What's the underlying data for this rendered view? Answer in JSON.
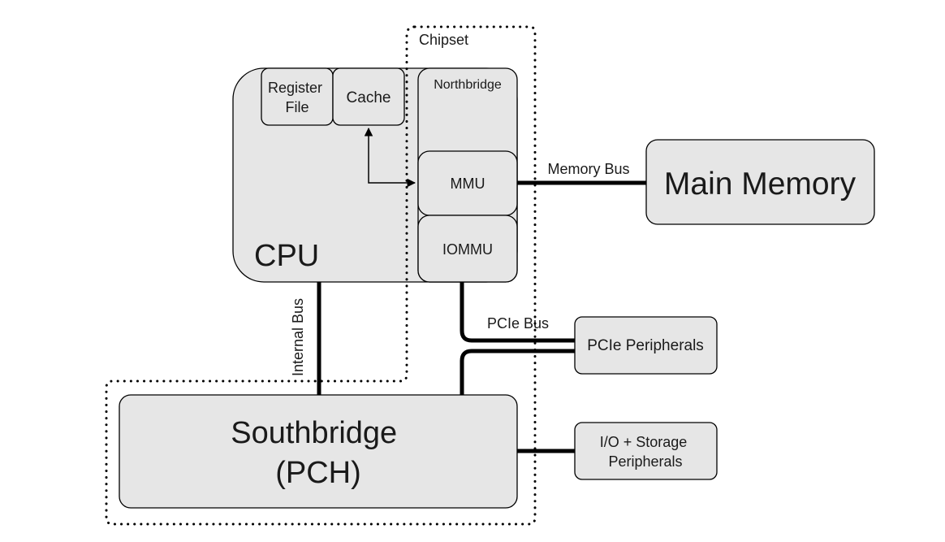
{
  "chipset": {
    "label": "Chipset"
  },
  "cpu": {
    "label": "CPU",
    "register_file": [
      "Register",
      "File"
    ],
    "cache": "Cache"
  },
  "northbridge": {
    "label": "Northbridge",
    "mmu": "MMU",
    "iommu": "IOMMU"
  },
  "main_memory": {
    "label": "Main Memory"
  },
  "southbridge": {
    "line1": "Southbridge",
    "line2": "(PCH)"
  },
  "peripherals": {
    "pcie": "PCIe Peripherals",
    "io_storage": [
      "I/O + Storage",
      "Peripherals"
    ]
  },
  "buses": {
    "memory": "Memory Bus",
    "pcie": "PCIe Bus",
    "internal": "Internal Bus"
  }
}
